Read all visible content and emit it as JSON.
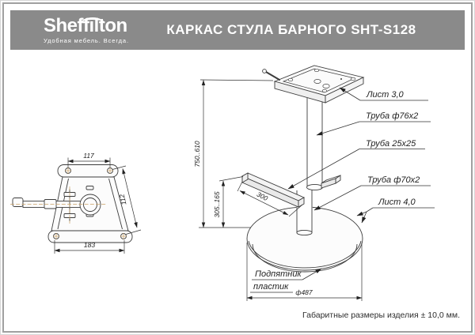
{
  "header": {
    "logo_text": "Sheffilton",
    "tagline": "Удобная мебель. Всегда.",
    "title": "КАРКАС СТУЛА БАРНОГО SHT-S128"
  },
  "left_view": {
    "dim_top_width": "117",
    "dim_bottom_width": "183",
    "dim_side_depth": "112"
  },
  "iso_view": {
    "dim_height_range": "750..610",
    "dim_footrest_height_range": "305..165",
    "dim_footrest_length": "300",
    "dim_base_diameter": "ф487",
    "callouts": [
      "Лист 3,0",
      "Труба ф76х2",
      "Труба 25х25",
      "Труба ф70х2",
      "Лист 4,0"
    ],
    "base_callout_line1": "Подпятник",
    "base_callout_line2": "пластик"
  },
  "footer": {
    "note": "Габаритные размеры изделия ± 10,0 мм."
  },
  "colors": {
    "banner": "#8a8a8a",
    "line": "#3c3c3c",
    "dimension_line": "#333333",
    "center_mark": "#c9a063"
  }
}
